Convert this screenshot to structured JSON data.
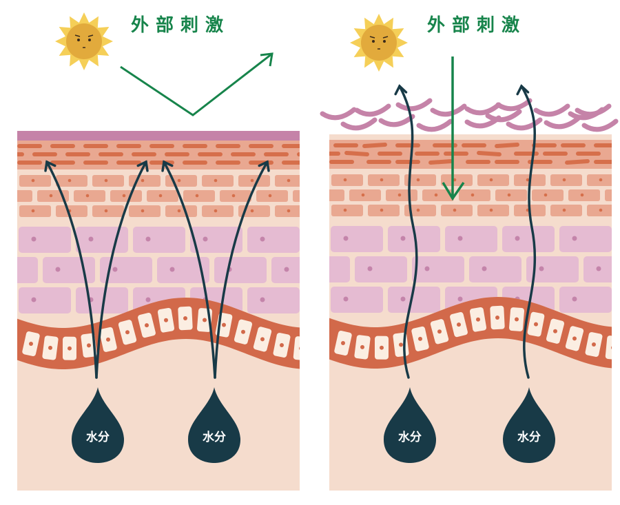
{
  "left_panel": {
    "stimulus_label": "外部刺激",
    "drops": [
      {
        "label": "水分"
      },
      {
        "label": "水分"
      }
    ]
  },
  "right_panel": {
    "stimulus_label": "外部刺激",
    "drops": [
      {
        "label": "水分"
      },
      {
        "label": "水分"
      }
    ]
  },
  "colors": {
    "dermis": "#f5dccd",
    "brick": "#e9a891",
    "dash": "#d66f4b",
    "pink_cell": "#e5bbd2",
    "pink_dot": "#c484aa",
    "basal": "#d2694a",
    "basal_cell": "#fbeee2",
    "water": "#183a47",
    "stimulus_arrow": "#17844b",
    "sun": "#f5cf58",
    "sun_face": "#e2aa3c",
    "corneum_top": "#c583a8"
  }
}
